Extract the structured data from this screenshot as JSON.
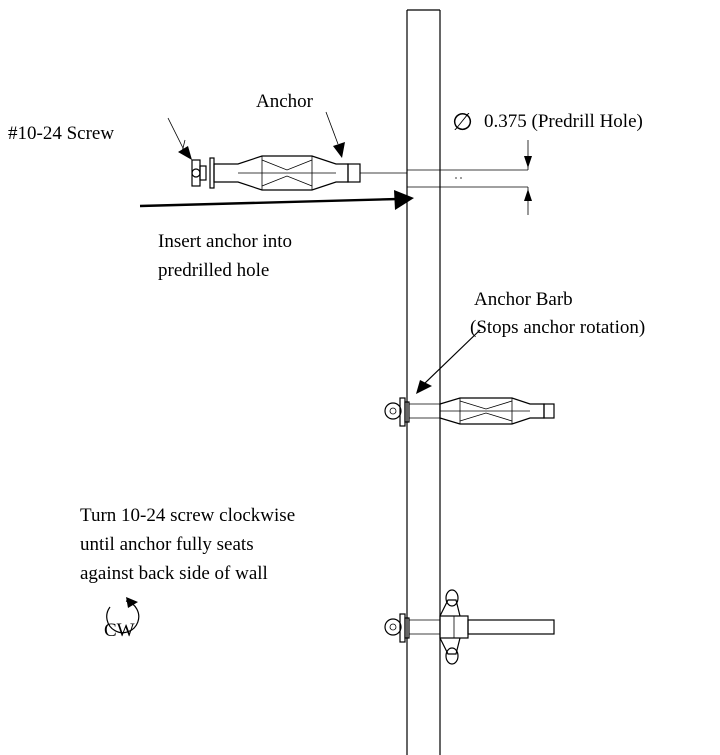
{
  "labels": {
    "screw": "#10-24 Screw",
    "anchor": "Anchor",
    "diameter_symbol": "∅",
    "predrill_hole": "0.375 (Predrill Hole)",
    "insert_line1": "Insert anchor into",
    "insert_line2": "predrilled hole",
    "barb_line1": "Anchor Barb",
    "barb_line2": "(Stops anchor rotation)",
    "turn_line1": "Turn 10-24 screw clockwise",
    "turn_line2": "until anchor fully seats",
    "turn_line3": "against back side of wall",
    "rotation": "CW"
  }
}
